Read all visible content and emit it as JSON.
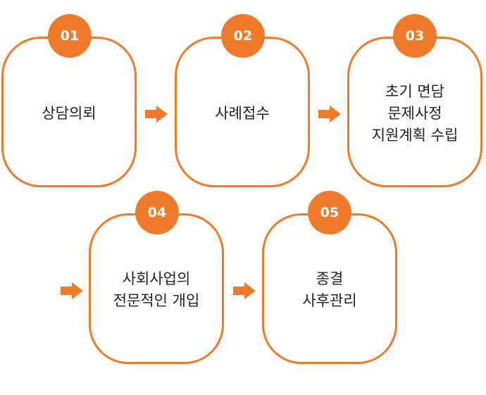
{
  "accent_color": "#ee7a2a",
  "steps": [
    {
      "number": "01",
      "label": "상담의뢰"
    },
    {
      "number": "02",
      "label": "사례접수"
    },
    {
      "number": "03",
      "label": "초기 면담\n문제사정\n지원계획 수립"
    },
    {
      "number": "04",
      "label": "사회사업의\n전문적인 개입"
    },
    {
      "number": "05",
      "label": "종결\n사후관리"
    }
  ],
  "arrow_icon": "arrow-right-icon"
}
